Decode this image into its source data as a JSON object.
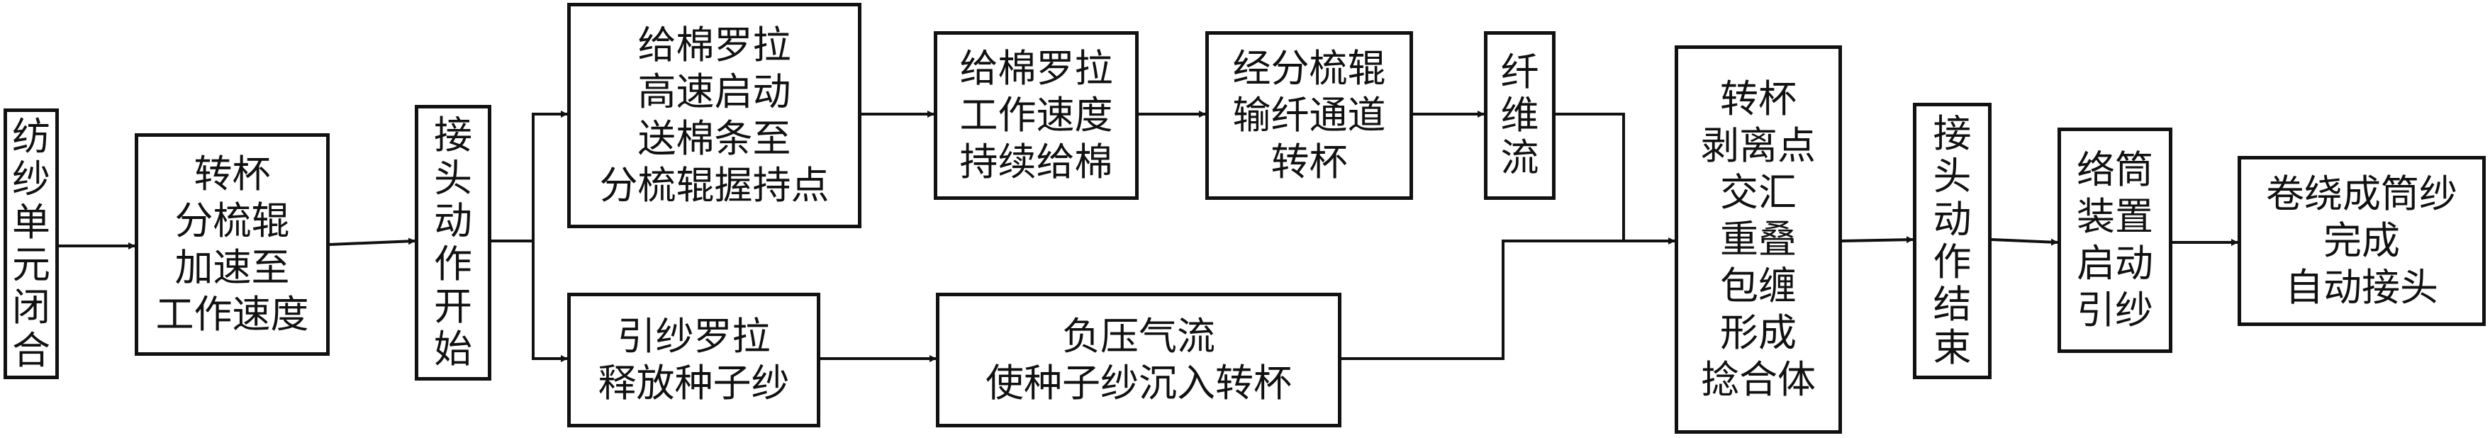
{
  "diagram": {
    "nodes": {
      "spinning_unit_close": "纺\n纱\n单\n元\n闭\n合",
      "rotor_accelerate": "转杯\n分梳辊\n加速至\n工作速度",
      "splice_start": "接\n头\n动\n作\n开\n始",
      "feed_roller_start": "给棉罗拉\n高速启动\n送棉条至\n分梳辊握持点",
      "feed_roller_work": "给棉罗拉\n工作速度\n持续给棉",
      "combing_roller": "经分梳辊\n输纤通道\n转杯",
      "fiber_flow": "纤\n维\n流",
      "yarn_roller_release": "引纱罗拉\n释放种子纱",
      "negative_pressure": "负压气流\n使种子纱沉入转杯",
      "merge_point": "转杯\n剥离点\n交汇\n重叠\n包缠\n形成\n捻合体",
      "splice_end": "接\n头\n动\n作\n结\n束",
      "winding_device": "络筒\n装置\n启动\n引纱",
      "auto_splice_done": "卷绕成筒纱\n完成\n自动接头"
    }
  }
}
